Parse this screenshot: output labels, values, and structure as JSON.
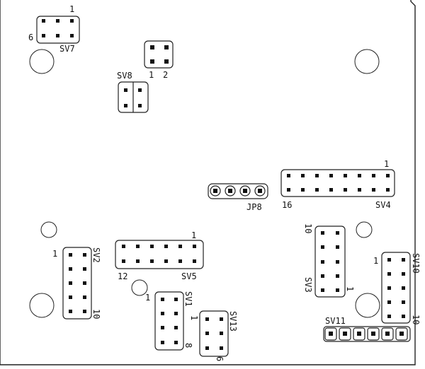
{
  "board": {
    "components": [
      {
        "id": "SV7",
        "label": "SV7",
        "pin_labels": [
          "1",
          "6"
        ]
      },
      {
        "id": "JP_2PIN",
        "label": "",
        "pin_labels": [
          "1",
          "2"
        ]
      },
      {
        "id": "SV8",
        "label": "SV8",
        "pin_labels": []
      },
      {
        "id": "SV4",
        "label": "SV4",
        "pin_labels": [
          "1",
          "16"
        ]
      },
      {
        "id": "JP8",
        "label": "JP8",
        "pin_labels": []
      },
      {
        "id": "SV2",
        "label": "SV2",
        "pin_labels": [
          "1",
          "10"
        ]
      },
      {
        "id": "SV5",
        "label": "SV5",
        "pin_labels": [
          "1",
          "12"
        ]
      },
      {
        "id": "SV1",
        "label": "SV1",
        "pin_labels": [
          "1",
          "8"
        ]
      },
      {
        "id": "SV13",
        "label": "SV13",
        "pin_labels": [
          "1",
          "6"
        ]
      },
      {
        "id": "SV3",
        "label": "SV3",
        "pin_labels": [
          "10",
          "1"
        ]
      },
      {
        "id": "SV10",
        "label": "SV10",
        "pin_labels": [
          "1",
          "10"
        ]
      },
      {
        "id": "SV11",
        "label": "SV11",
        "pin_labels": []
      }
    ]
  }
}
